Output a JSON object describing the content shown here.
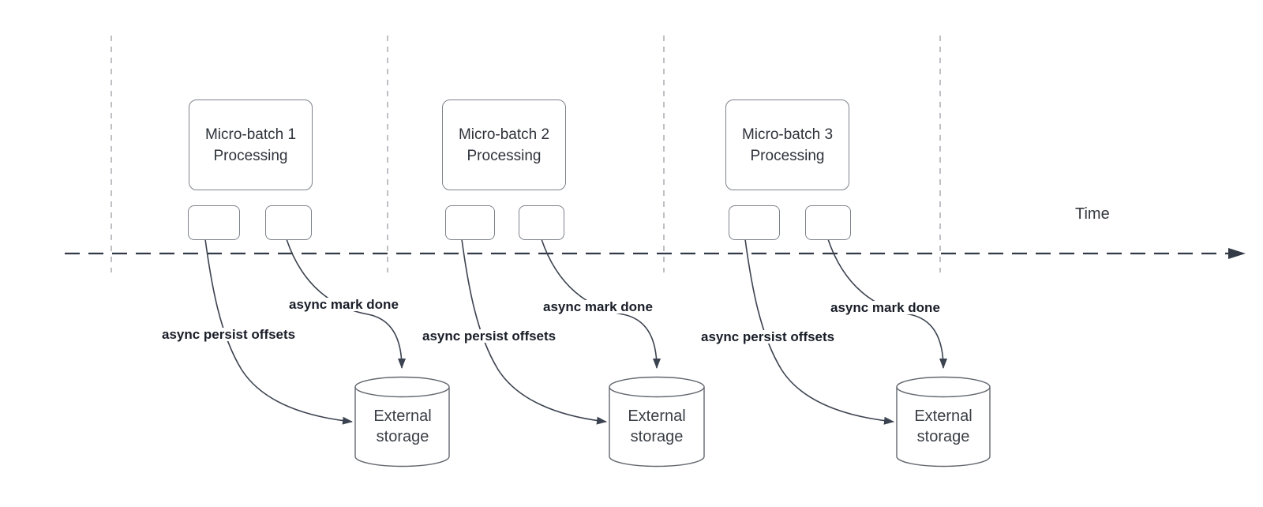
{
  "axis": {
    "label": "Time"
  },
  "batches": [
    {
      "line1": "Micro-batch 1",
      "line2": "Processing"
    },
    {
      "line1": "Micro-batch 2",
      "line2": "Processing"
    },
    {
      "line1": "Micro-batch 3",
      "line2": "Processing"
    }
  ],
  "labels": {
    "persist": "async persist offsets",
    "done": "async mark done"
  },
  "storage": {
    "line1": "External",
    "line2": "storage"
  },
  "colors": {
    "background": "#ffffff",
    "curve": "#3c4350",
    "axis": "#333a45",
    "guide": "#b2b5ba",
    "shape_border": "#7d828a",
    "cylinder_border": "#62676e",
    "shape_text": "#2e323a",
    "label_text": "#181d27"
  }
}
